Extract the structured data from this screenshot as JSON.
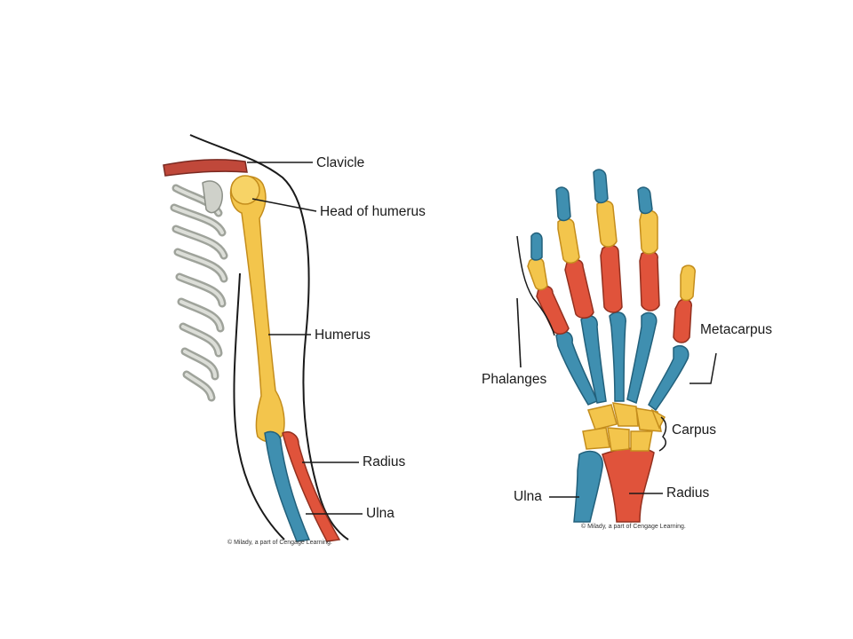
{
  "arm": {
    "labels": {
      "clavicle": "Clavicle",
      "head_of_humerus": "Head of humerus",
      "humerus": "Humerus",
      "radius": "Radius",
      "ulna": "Ulna"
    },
    "credit": "© Milady, a part of Cengage Learning."
  },
  "hand": {
    "labels": {
      "metacarpus": "Metacarpus",
      "phalanges": "Phalanges",
      "carpus": "Carpus",
      "ulna": "Ulna",
      "radius": "Radius"
    },
    "credit": "© Milady, a part of Cengage Learning."
  },
  "colors": {
    "red_bone": "#e0533b",
    "yellow_bone": "#f3c54c",
    "blue_bone": "#3f8fb0",
    "gray_bone": "#c8cbc4",
    "outline": "#1a1a1a"
  }
}
